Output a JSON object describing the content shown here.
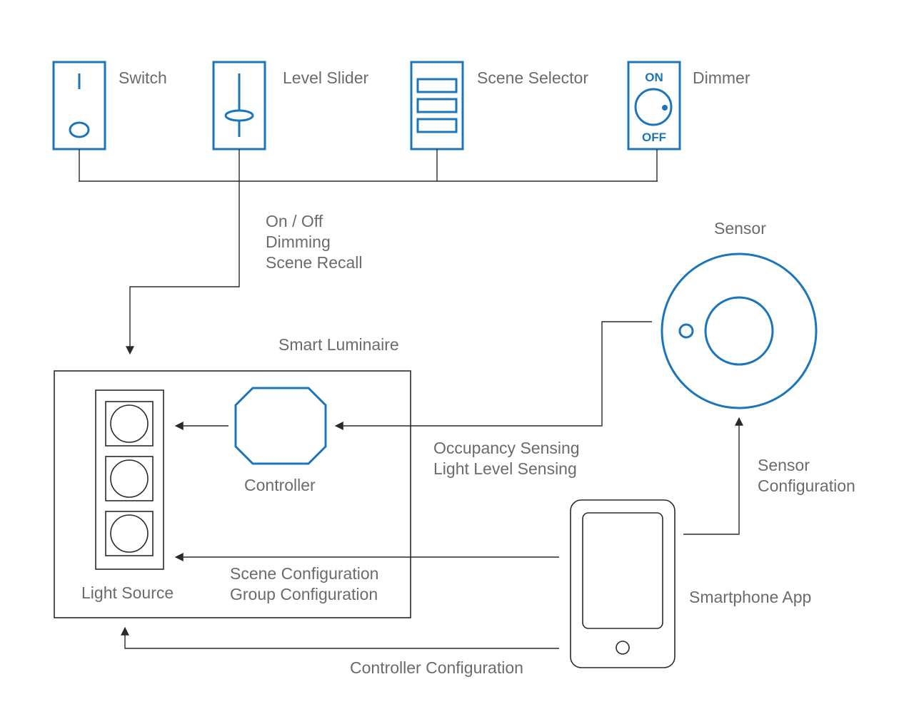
{
  "controls": {
    "switch_label": "Switch",
    "slider_label": "Level Slider",
    "scene_label": "Scene Selector",
    "dimmer_label": "Dimmer",
    "dimmer_on": "ON",
    "dimmer_off": "OFF"
  },
  "control_signals": [
    "On / Off",
    "Dimming",
    "Scene Recall"
  ],
  "luminaire": {
    "title": "Smart Luminaire",
    "light_source_label": "Light Source",
    "controller_label": "Controller"
  },
  "sensor": {
    "label": "Sensor",
    "signals": [
      "Occupancy Sensing",
      "Light Level Sensing"
    ],
    "config": [
      "Sensor",
      "Configuration"
    ]
  },
  "app": {
    "label": "Smartphone App",
    "scene_group_config": [
      "Scene Configuration",
      "Group Configuration"
    ],
    "controller_config": "Controller Configuration"
  },
  "colors": {
    "accent": "#1b75bb",
    "line": "#2a2a2a",
    "text": "#6b6b6b"
  }
}
